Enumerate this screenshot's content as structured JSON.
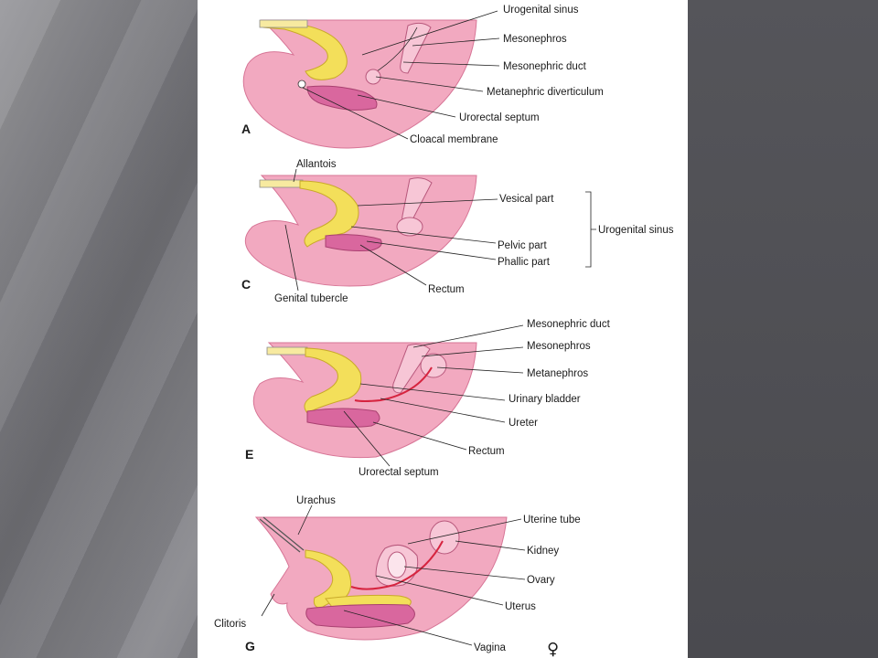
{
  "panels": [
    {
      "letter": "A",
      "labels": [
        "Urogenital sinus",
        "Mesonephros",
        "Mesonephric duct",
        "Metanephric diverticulum",
        "Urorectal septum",
        "Cloacal membrane"
      ]
    },
    {
      "letter": "C",
      "labels": [
        "Allantois",
        "Vesical part",
        "Pelvic part",
        "Phallic part",
        "Genital tubercle",
        "Rectum"
      ],
      "bracket_label": "Urogenital sinus"
    },
    {
      "letter": "E",
      "labels": [
        "Mesonephric duct",
        "Mesonephros",
        "Metanephros",
        "Urinary bladder",
        "Ureter",
        "Rectum",
        "Urorectal septum"
      ]
    },
    {
      "letter": "G",
      "labels": [
        "Urachus",
        "Uterine tube",
        "Kidney",
        "Ovary",
        "Uterus",
        "Clitoris",
        "Vagina"
      ],
      "symbol": "♀"
    }
  ],
  "colors": {
    "tissue": "#f2a9c0",
    "tissue_dark": "#e0789b",
    "endoderm_yellow": "#f3df5a",
    "gut_magenta": "#d9679e",
    "duct_red": "#d6243f",
    "slide_gray": "#6e6e73"
  }
}
